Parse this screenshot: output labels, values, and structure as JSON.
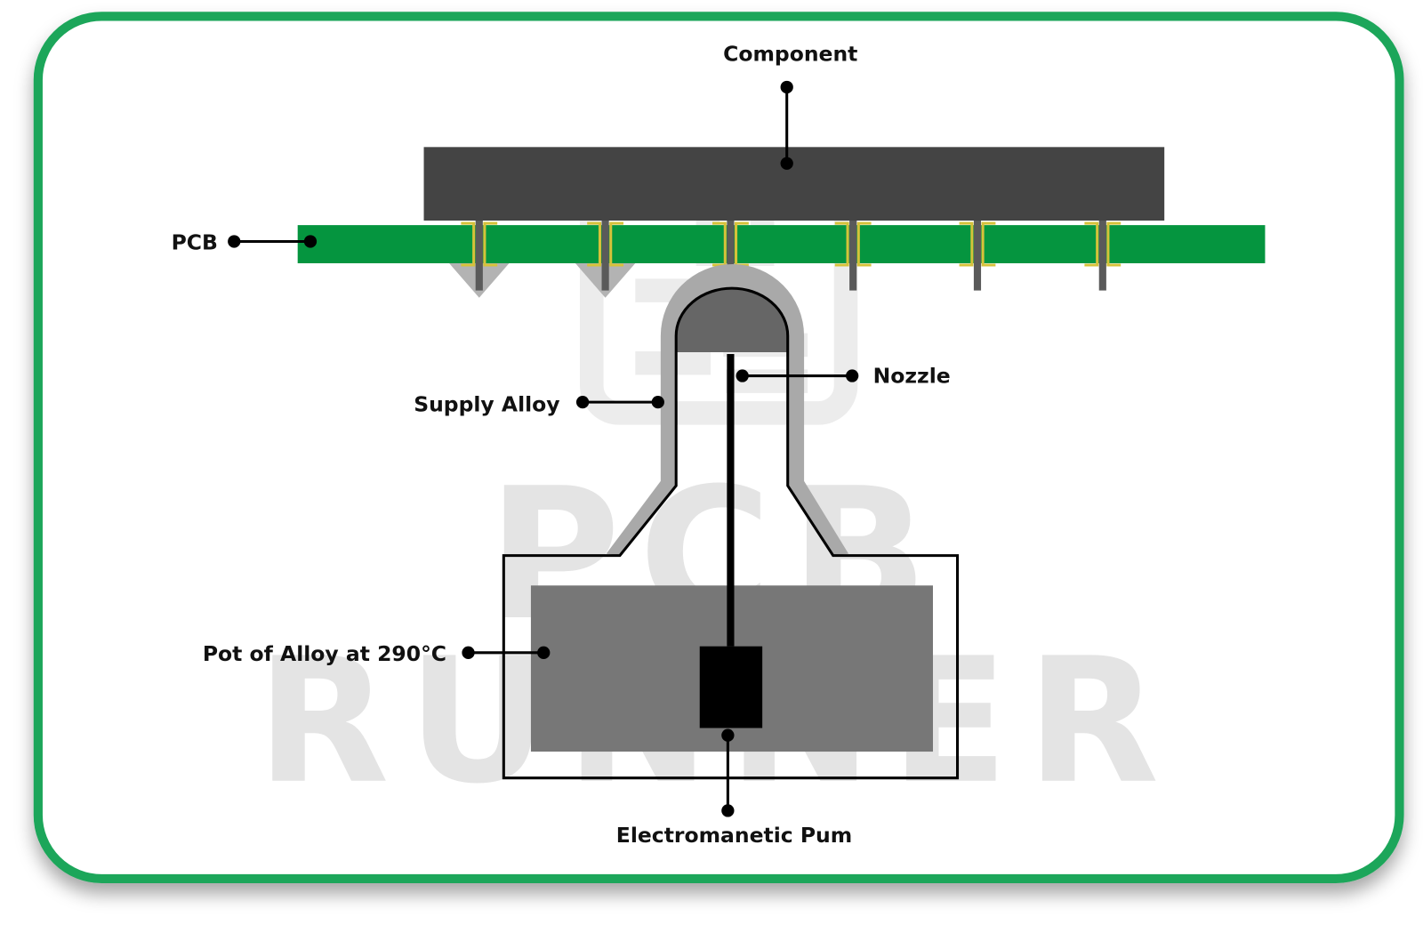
{
  "diagram": {
    "watermark": {
      "line1": "PCB",
      "line2": "RUNNER"
    },
    "labels": {
      "component": "Component",
      "pcb": "PCB",
      "nozzle": "Nozzle",
      "supply_alloy": "Supply Alloy",
      "pot": "Pot of Alloy at 290°C",
      "pump": "Electromanetic Pum"
    },
    "colors": {
      "frame": "#1fa65a",
      "pcb": "#05953f",
      "component": "#444444",
      "pad": "#d6c23a",
      "pin": "#5a5a5a",
      "alloy": "#777777",
      "supply": "#a9a9a9"
    }
  }
}
